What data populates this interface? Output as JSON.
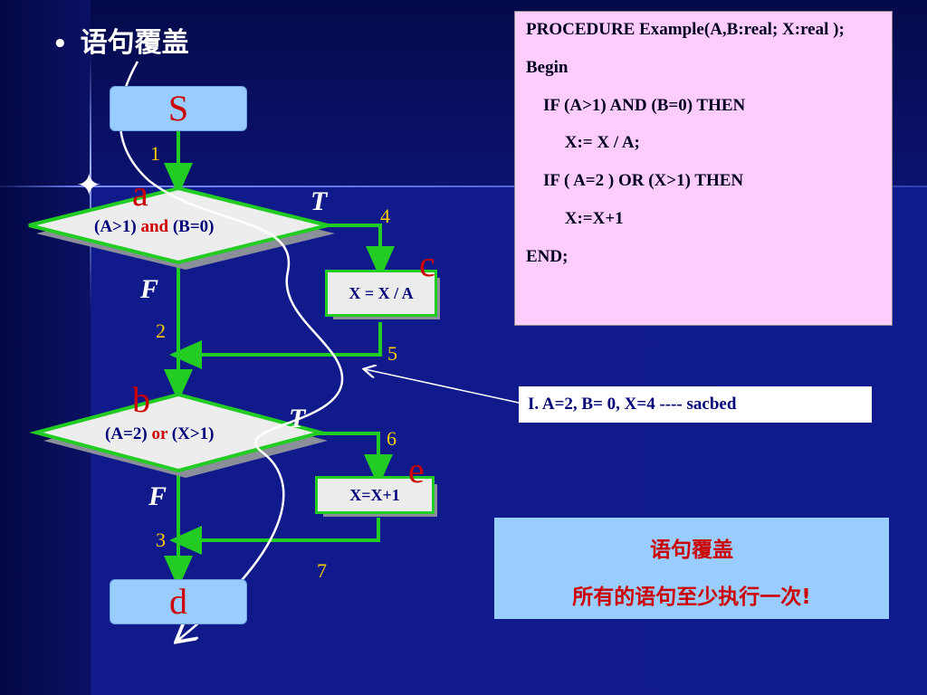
{
  "slide": {
    "title": "语句覆盖",
    "bullet": "•"
  },
  "code": {
    "lines": [
      "PROCEDURE Example(A,B:real; X:real );",
      "Begin",
      "    IF (A>1) AND (B=0) THEN",
      "         X:= X / A;",
      "    IF ( A=2 ) OR (X>1) THEN",
      "         X:=X+1",
      "END;"
    ]
  },
  "flow": {
    "start": "S",
    "end": "d",
    "cond1": {
      "left": "(A>1) ",
      "kw": "and",
      "right": " (B=0)"
    },
    "cond2": {
      "left": "(A=2) ",
      "kw": "or",
      "right": " (X>1)"
    },
    "proc1": "X = X / A",
    "proc2": "X=X+1",
    "node_labels": {
      "a": "a",
      "b": "b",
      "c": "c",
      "e": "e"
    },
    "branch_labels": {
      "t1": "T",
      "f1": "F",
      "t2": "T",
      "f2": "F"
    },
    "edge_numbers": [
      "1",
      "2",
      "3",
      "4",
      "5",
      "6",
      "7"
    ]
  },
  "test_case": "I. A=2, B= 0, X=4 ---- sacbed",
  "note": {
    "line1": "语句覆盖",
    "line2": "所有的语句至少执行一次!"
  },
  "colors": {
    "accent_green": "#22cc22",
    "path_red": "#cc0000",
    "number_yellow": "#ffcc00",
    "terminal_blue": "#99ccff",
    "code_bg": "#ffccff"
  }
}
